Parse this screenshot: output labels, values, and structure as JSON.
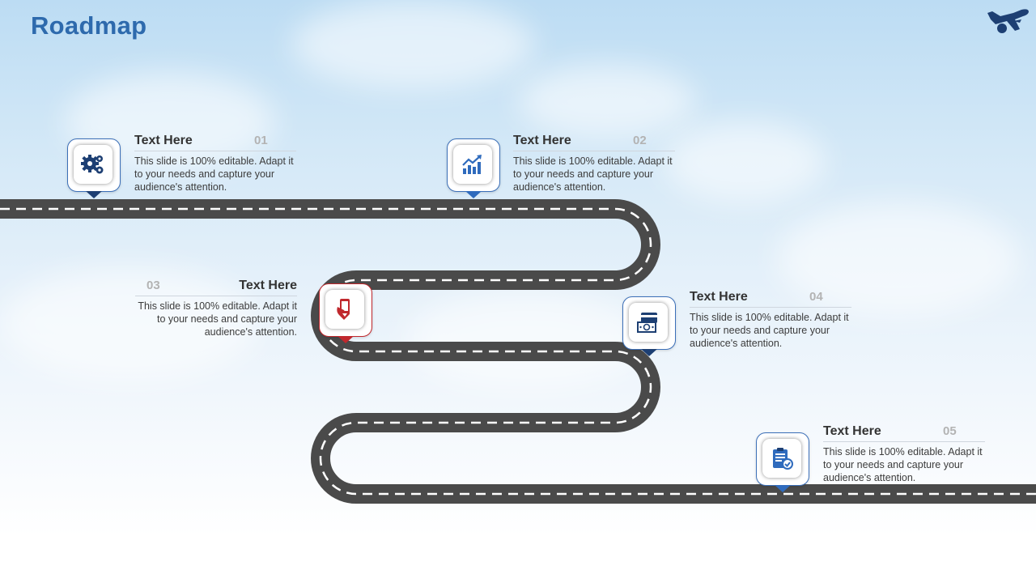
{
  "slide": {
    "title": "Roadmap",
    "logo_icon": "airplane-icon",
    "colors": {
      "title": "#2e6aad",
      "road": "#4a4a4a",
      "accent_red": "#c0282d",
      "icon_navy": "#1d3f73",
      "icon_blue": "#2f6bbd"
    }
  },
  "milestones": [
    {
      "number": "01",
      "heading": "Text Here",
      "body": "This slide is 100% editable. Adapt it to your needs and capture your audience's attention.",
      "icon": "gears-icon"
    },
    {
      "number": "02",
      "heading": "Text Here",
      "body": "This slide is 100% editable. Adapt it to your needs and capture your audience's attention.",
      "icon": "growth-chart-icon"
    },
    {
      "number": "03",
      "heading": "Text Here",
      "body": "This slide is 100% editable. Adapt it to your needs and capture your audience's attention.",
      "icon": "mobile-payment-icon"
    },
    {
      "number": "04",
      "heading": "Text Here",
      "body": "This slide is 100% editable. Adapt it to your needs and capture your audience's attention.",
      "icon": "card-cash-icon"
    },
    {
      "number": "05",
      "heading": "Text Here",
      "body": "This slide is 100% editable. Adapt it to your needs and capture your audience's attention.",
      "icon": "invoice-clipboard-icon"
    }
  ]
}
